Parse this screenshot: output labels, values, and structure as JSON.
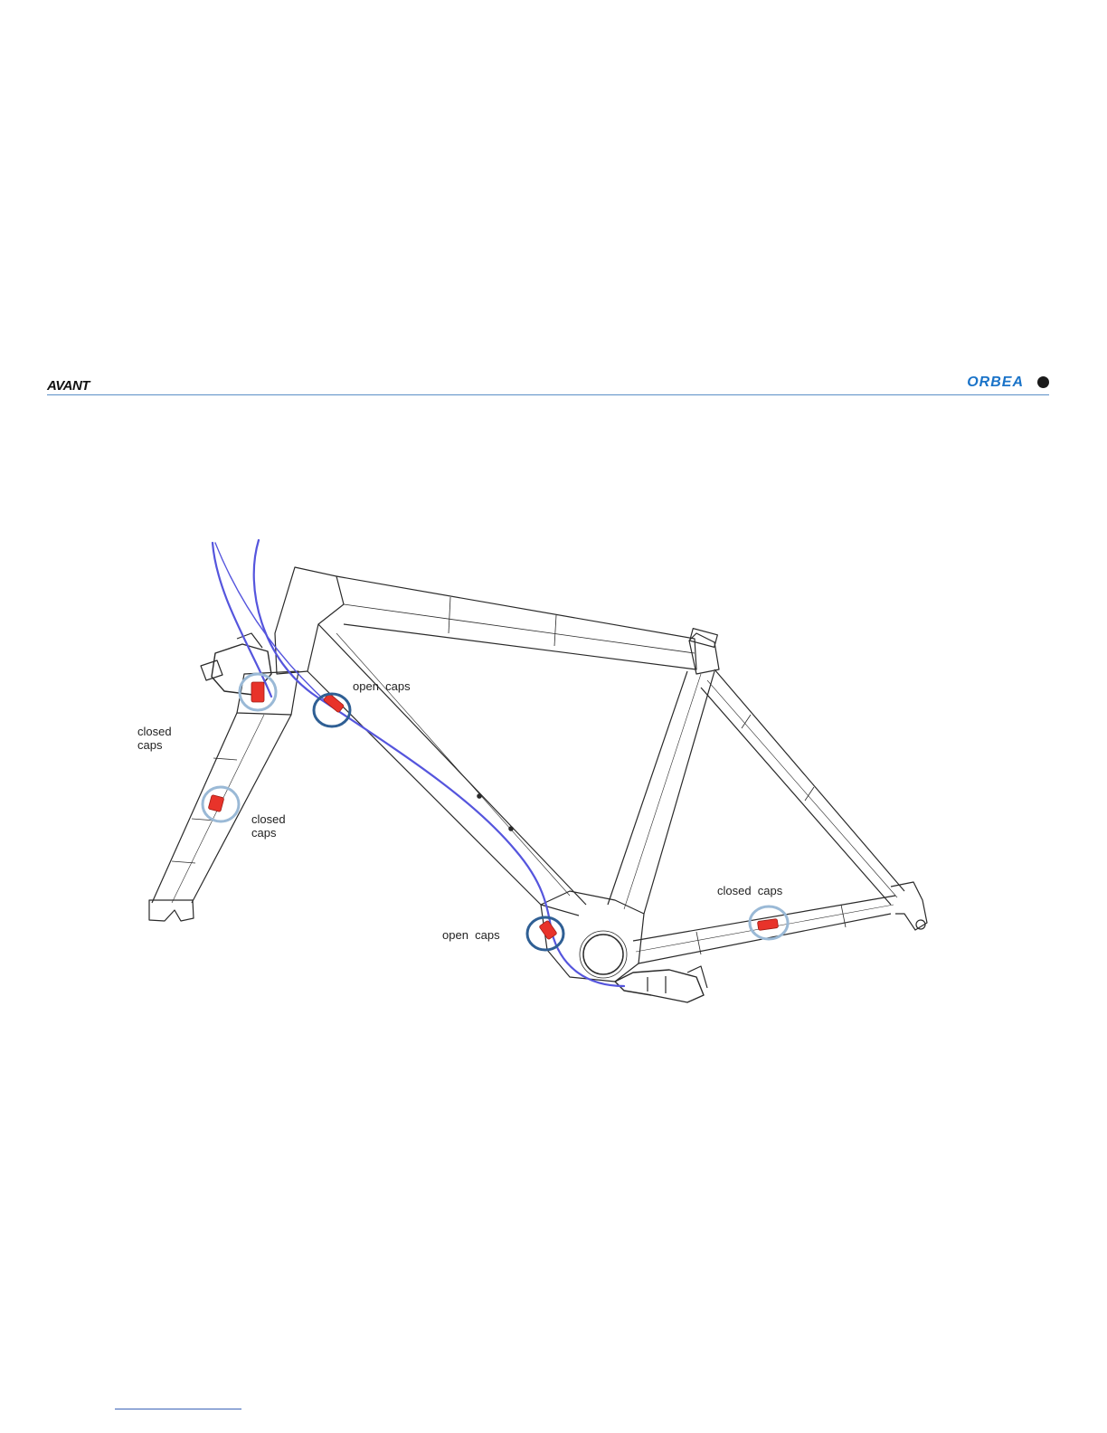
{
  "header": {
    "left_brand": "AVANT",
    "right_brand": "ORBEA",
    "accent_color": "#1a73c8"
  },
  "diagram": {
    "colors": {
      "frame_line": "#2a2a2a",
      "cable": "#5555dd",
      "cap": "#e8332a",
      "open_circle": "#2f5f94",
      "closed_circle": "#9ab9d6"
    },
    "labels": {
      "open_caps_top": "open  caps",
      "closed_caps_fork_top": "closed\ncaps",
      "closed_caps_fork_mid": "closed\ncaps",
      "closed_caps_chainstay": "closed  caps",
      "open_caps_bb": "open  caps"
    }
  }
}
